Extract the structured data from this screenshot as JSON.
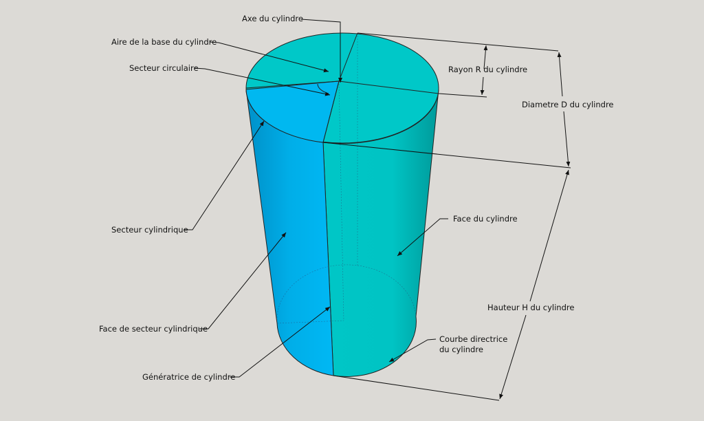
{
  "labels": {
    "axe": "Axe du cylindre",
    "aire_base": "Aire de la base du cylindre",
    "secteur_circulaire": "Secteur circulaire",
    "rayon": "Rayon R du cylindre",
    "diametre": "Diametre D du cylindre",
    "secteur_cylindrique": "Secteur cylindrique",
    "face": "Face du cylindre",
    "hauteur": "Hauteur H du cylindre",
    "face_secteur": "Face de secteur cylindrique",
    "courbe_1": "Courbe directrice",
    "courbe_2": "du cylindre",
    "generatrice": "Génératrice de cylindre"
  },
  "colors": {
    "background": "#dcdad6",
    "teal": "#00c8c8",
    "blue": "#00b8f0"
  }
}
